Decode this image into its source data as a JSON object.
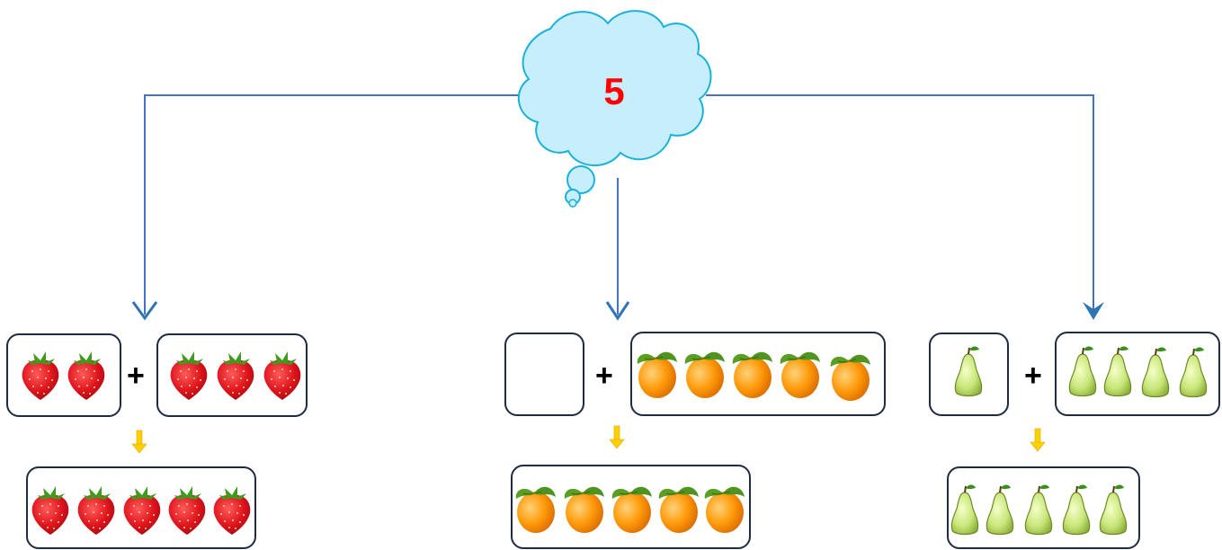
{
  "cloud": {
    "number": "5"
  },
  "operator": "+",
  "groups": [
    {
      "name": "strawberry",
      "left_count": 2,
      "right_count": 3,
      "result_count": 5
    },
    {
      "name": "orange",
      "left_count": 0,
      "right_count": 5,
      "result_count": 5
    },
    {
      "name": "pear",
      "left_count": 1,
      "right_count": 4,
      "result_count": 5
    }
  ],
  "colors": {
    "connector": "#4472c4",
    "arrow_head": "#2e75b6",
    "cloud_fill": "#c6eefc",
    "cloud_stroke": "#1ab2d8",
    "number": "#ff0000",
    "down_arrow": "#ffd000",
    "box_border": "#1f2a44"
  }
}
